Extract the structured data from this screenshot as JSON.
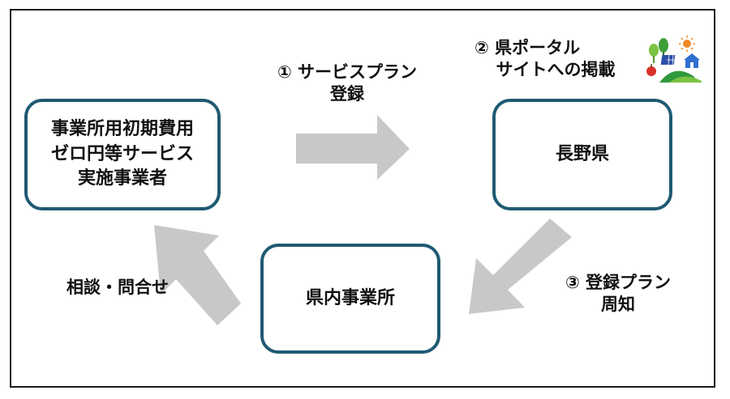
{
  "nodes": {
    "provider": {
      "lines": [
        "事業所用初期費用",
        "ゼロ円等サービス",
        "実施事業者"
      ]
    },
    "prefecture": {
      "label": "長野県"
    },
    "businesses": {
      "label": "県内事業所"
    }
  },
  "edges": {
    "step1": {
      "lines": [
        "① サービスプラン",
        "登録"
      ]
    },
    "step2": {
      "lines": [
        "② 県ポータル",
        "サイトへの掲載"
      ]
    },
    "step3": {
      "lines": [
        "③ 登録プラン",
        "周知"
      ]
    },
    "consult": {
      "label": "相談・問合せ"
    }
  },
  "colors": {
    "box_border": "#1f5a73",
    "arrow_fill": "#c8c8c8",
    "frame_border": "#1a1a1a"
  },
  "icons": {
    "logo": "portal-logo-icon"
  }
}
